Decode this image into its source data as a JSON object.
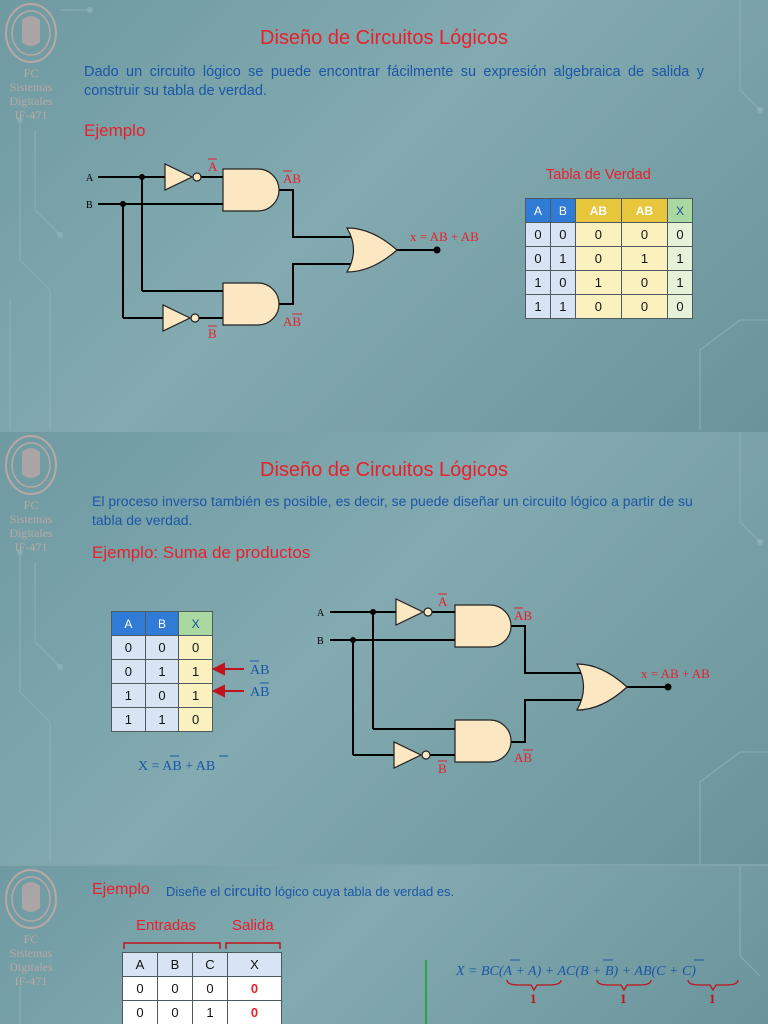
{
  "logo": {
    "text_lines": [
      "FC",
      "Sistemas",
      "Digitales",
      "IF-471"
    ]
  },
  "slide1": {
    "title": "Diseño de Circuitos Lógicos",
    "paragraph": "Dado un circuito lógico se puede encontrar fácilmente su expresión algebraica de salida y construir su tabla de verdad.",
    "example_label": "Ejemplo",
    "table_title": "Tabla de Verdad",
    "circuit": {
      "input_a": "A",
      "input_b": "B",
      "not_a": "A",
      "not_b": "B",
      "and_top_out": "AB",
      "and_bot_out": "AB",
      "output": "x = AB + AB"
    },
    "table": {
      "headers": [
        "A",
        "B",
        "AB",
        "AB",
        "X"
      ],
      "rows": [
        [
          "0",
          "0",
          "0",
          "0",
          "0"
        ],
        [
          "0",
          "1",
          "0",
          "1",
          "1"
        ],
        [
          "1",
          "0",
          "1",
          "0",
          "1"
        ],
        [
          "1",
          "1",
          "0",
          "0",
          "0"
        ]
      ]
    }
  },
  "slide2": {
    "title": "Diseño de Circuitos Lógicos",
    "paragraph": "El proceso inverso también es posible, es decir, se puede diseñar un circuito lógico a partir de su tabla de verdad.",
    "example_label": "Ejemplo: Suma de productos",
    "table": {
      "headers": [
        "A",
        "B",
        "X"
      ],
      "rows": [
        [
          "0",
          "0",
          "0"
        ],
        [
          "0",
          "1",
          "1"
        ],
        [
          "1",
          "0",
          "1"
        ],
        [
          "1",
          "1",
          "0"
        ]
      ]
    },
    "arrow_labels": [
      "AB",
      "AB"
    ],
    "expression": "X = AB + AB",
    "circuit": {
      "input_a": "A",
      "input_b": "B",
      "not_a": "A",
      "not_b": "B",
      "and_top_out": "AB",
      "and_bot_out": "AB",
      "output": "x = AB + AB"
    }
  },
  "slide3": {
    "example_label": "Ejemplo",
    "instruction_pre": "Diseñe el ",
    "instruction_word": "circuito",
    "instruction_post": " lógico cuya tabla de verdad es.",
    "inputs_label": "Entradas",
    "output_label": "Salida",
    "table": {
      "headers": [
        "A",
        "B",
        "C",
        "X"
      ],
      "rows": [
        [
          "0",
          "0",
          "0",
          "0"
        ],
        [
          "0",
          "0",
          "1",
          "0"
        ]
      ]
    },
    "formula": "X = BC(A + A) + AC(B + B) + AB(C + C)",
    "brace_values": [
      "1",
      "1",
      "1"
    ]
  }
}
